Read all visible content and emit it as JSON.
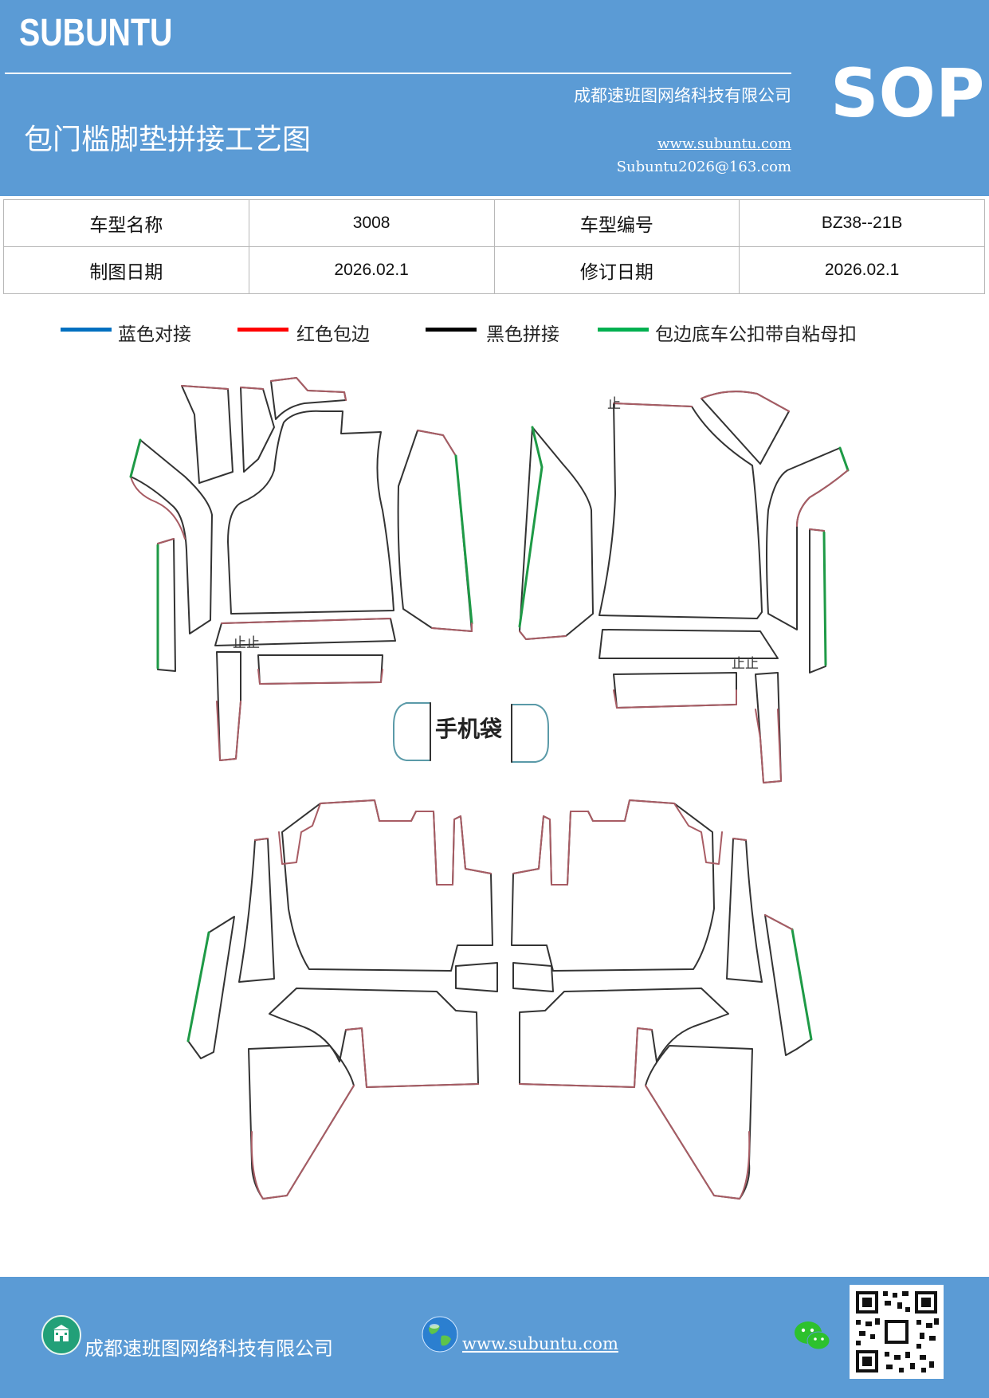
{
  "header": {
    "brand": "SUBUNTU",
    "badge": "SOP",
    "company": "成都速班图网络科技有限公司",
    "title": "包门槛脚垫拼接工艺图",
    "website": "www.subuntu.com",
    "email": "Subuntu2026@163.com",
    "background_color": "#5b9bd5"
  },
  "info_table": {
    "model_name_label": "车型名称",
    "model_name_value": "3008",
    "model_code_label": "车型编号",
    "model_code_value": "BZ38--21B",
    "draw_date_label": "制图日期",
    "draw_date_value": "2026.02.1",
    "revise_date_label": "修订日期",
    "revise_date_value": "2026.02.1"
  },
  "legend": [
    {
      "label": "蓝色对接",
      "color": "#0070c0"
    },
    {
      "label": "红色包边",
      "color": "#ff0000"
    },
    {
      "label": "黑色拼接",
      "color": "#000000"
    },
    {
      "label": "包边底车公扣带自粘母扣",
      "color": "#00b050"
    }
  ],
  "diagram": {
    "phone_pocket_label": "手机袋",
    "stop_mark": "止",
    "colors": {
      "trim": "#a85c64",
      "seam": "#333333",
      "velcro": "#1e9a46",
      "pocket": "#5a9aa8"
    }
  },
  "footer": {
    "company": "成都速班图网络科技有限公司",
    "website": "www.subuntu.com",
    "building_icon": "building-icon",
    "globe_icon": "globe-icon",
    "wechat_icon": "wechat-icon",
    "qr_icon": "qr-code"
  }
}
